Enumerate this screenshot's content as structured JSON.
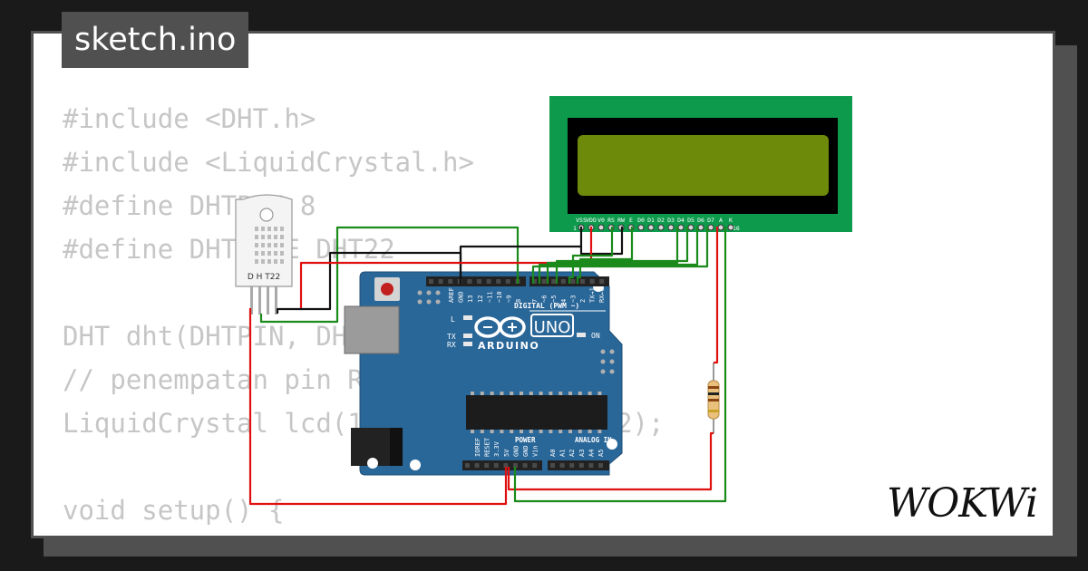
{
  "header": {
    "filename": "sketch.ino"
  },
  "code_lines": [
    "#include <DHT.h>",
    "#include <LiquidCrystal.h>",
    "#define DHTPIN 8",
    "#define DHTTYPE DHT22",
    "",
    "DHT dht(DHTPIN, DHTTYPE);",
    "// penempatan pin RS,E,D4,D5,D6,D7",
    "LiquidCrystal lcd(12, 11, 5, 4, 3, 2);",
    "",
    "void setup() {"
  ],
  "circuit": {
    "sensor": {
      "label": "D H T22"
    },
    "lcd": {
      "pin_labels": [
        "VSS",
        "VDD",
        "V0",
        "RS",
        "RW",
        "E",
        "D0",
        "D1",
        "D2",
        "D3",
        "D4",
        "D5",
        "D6",
        "D7",
        "A",
        "K"
      ],
      "pin_first": "1",
      "pin_last": "16"
    },
    "arduino": {
      "brand": "ARDUINO",
      "model": "UNO",
      "digital_label": "DIGITAL (PWM ~)",
      "power_label": "POWER",
      "analog_label": "ANALOG IN",
      "led_l": "L",
      "led_tx": "TX",
      "led_rx": "RX",
      "on_label": "ON",
      "top_pins_left": [
        "AREF",
        "GND",
        "13",
        "12",
        "~11",
        "~10",
        "~9",
        "8"
      ],
      "top_pins_right": [
        "7",
        "~6",
        "~5",
        "4",
        "~3",
        "2",
        "TX→1",
        "RX←0"
      ],
      "bottom_pins_power": [
        "IOREF",
        "RESET",
        "3.3V",
        "5V",
        "GND",
        "GND",
        "Vin"
      ],
      "bottom_pins_analog": [
        "A0",
        "A1",
        "A2",
        "A3",
        "A4",
        "A5"
      ]
    }
  },
  "logo": {
    "text": "WOKWi"
  },
  "colors": {
    "background": "#1a1a1a",
    "card": "#ffffff",
    "frame": "#505050",
    "code_text": "#c6c6c6",
    "board": "#2a6799",
    "lcd_pcb": "#0d9a4c",
    "lcd_screen": "#6e8a0a",
    "wire_red": "#e01010",
    "wire_green": "#1a8a1a",
    "wire_black": "#111111"
  }
}
